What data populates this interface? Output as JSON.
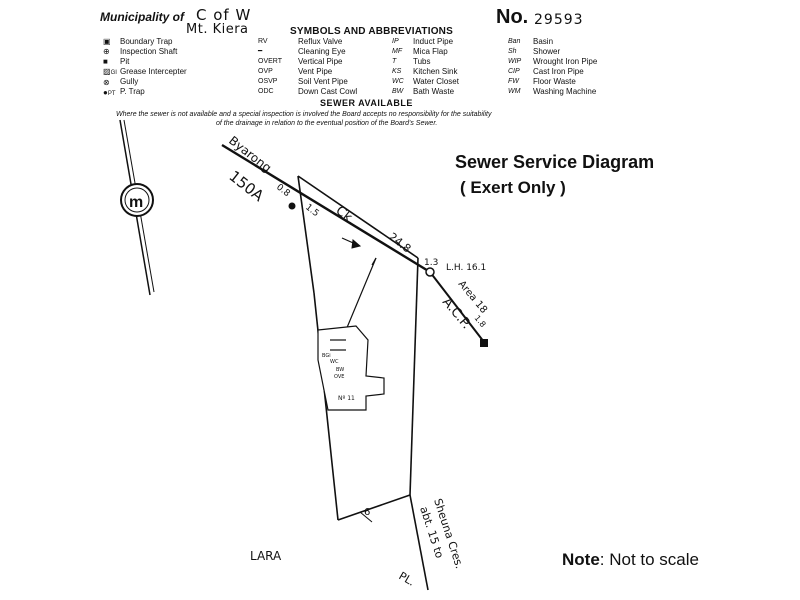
{
  "header": {
    "municipality_label": "Municipality of",
    "municipality_value": "C of W",
    "municipality_sub": "Mt. Kiera",
    "doc_label": "No.",
    "doc_number": "29593"
  },
  "legend": {
    "title": "SYMBOLS AND ABBREVIATIONS",
    "col1": [
      {
        "code": "",
        "label": "Boundary Trap"
      },
      {
        "code": "",
        "label": "Inspection Shaft"
      },
      {
        "code": "",
        "label": "Pit"
      },
      {
        "code": "GI",
        "label": "Grease Intercepter"
      },
      {
        "code": "",
        "label": "Gully"
      },
      {
        "code": "PT",
        "label": "P. Trap"
      }
    ],
    "col2": [
      {
        "code": "RV",
        "label": "Reflux Valve"
      },
      {
        "code": "",
        "label": "Cleaning Eye"
      },
      {
        "code": "OVERT",
        "label": "Vertical Pipe"
      },
      {
        "code": "OVP",
        "label": "Vent Pipe"
      },
      {
        "code": "OSVP",
        "label": "Soil Vent Pipe"
      },
      {
        "code": "ODC",
        "label": "Down Cast Cowl"
      }
    ],
    "col3": [
      {
        "code": "IP",
        "label": "Induct Pipe"
      },
      {
        "code": "MF",
        "label": "Mica Flap"
      },
      {
        "code": "T",
        "label": "Tubs"
      },
      {
        "code": "KS",
        "label": "Kitchen Sink"
      },
      {
        "code": "WC",
        "label": "Water Closet"
      },
      {
        "code": "BW",
        "label": "Bath Waste"
      }
    ],
    "col4": [
      {
        "code": "Ban",
        "label": "Basin"
      },
      {
        "code": "Sh",
        "label": "Shower"
      },
      {
        "code": "WIP",
        "label": "Wrought Iron Pipe"
      },
      {
        "code": "CIP",
        "label": "Cast Iron Pipe"
      },
      {
        "code": "FW",
        "label": "Floor Waste"
      },
      {
        "code": "WM",
        "label": "Washing Machine"
      }
    ],
    "sewer_available": "SEWER AVAILABLE",
    "disclaimer_1": "Where the sewer is not available and a special inspection is involved the Board accepts no responsibility for the suitability",
    "disclaimer_2": "of the drainage in relation to the eventual position of the Board's Sewer."
  },
  "diagram_title": "Sewer Service Diagram",
  "diagram_subtitle": "( Exert Only )",
  "note": {
    "label": "Note",
    "text": ": Not to scale"
  },
  "plan": {
    "street_top": "Byarong",
    "lot_number": "150A",
    "dim_left": "0.8",
    "dim_top": "1.5",
    "creek_label": "Ck.",
    "dim_mid": "24.8",
    "dim_right": "1.3",
    "lh_label": "L.H. 16.1",
    "area_label": "Area 18",
    "acp_label": "A.C.P.",
    "dim_end": "1.8",
    "house_number": "Nº 11",
    "house_codes": [
      "BGi",
      "WC",
      "BW",
      "OVE"
    ],
    "dim_bottom": "6",
    "street_bottom_label": "abt. 15 to",
    "street_bottom_name": "Sheuna Cres.",
    "road_left": "LARA",
    "road_right": "PL."
  }
}
